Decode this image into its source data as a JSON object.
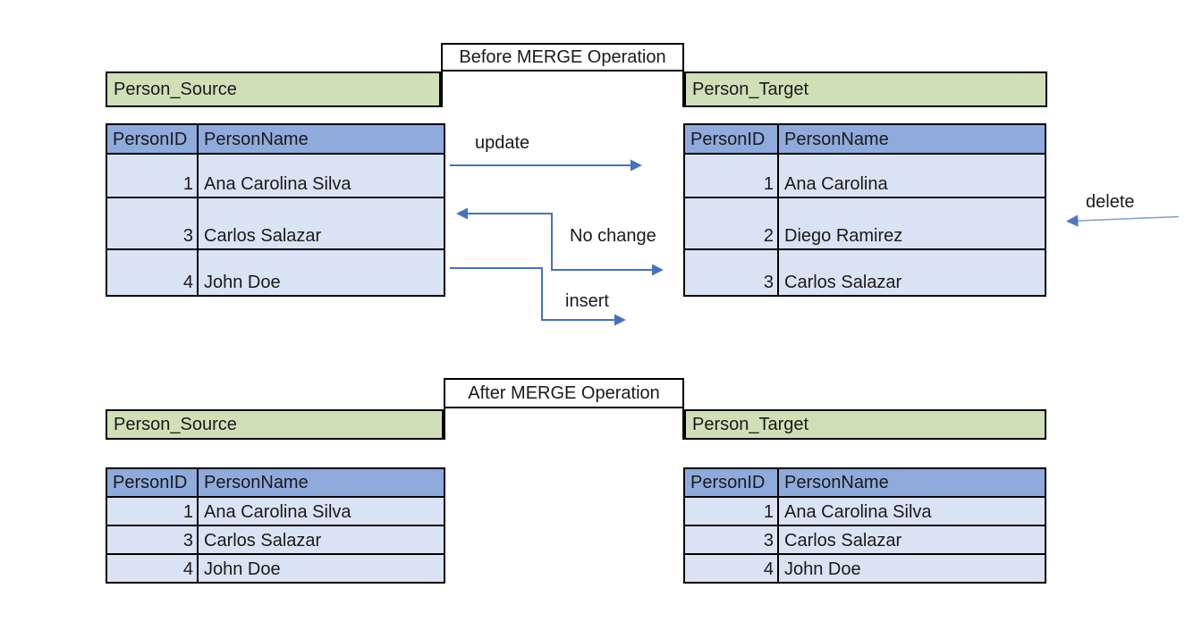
{
  "colors": {
    "banner-green": "#cfe0b7",
    "header-blue": "#8faadc",
    "row-blue": "#dae3f3",
    "arrow-blue": "#4472c4",
    "arrow-light": "#7f9cd9",
    "text": "#1a1a1a"
  },
  "before": {
    "title": "Before MERGE Operation",
    "source_banner": "Person_Source",
    "target_banner": "Person_Target",
    "source_table": {
      "headers": [
        "PersonID",
        "PersonName"
      ],
      "rows": [
        [
          "1",
          "Ana Carolina Silva"
        ],
        [
          "3",
          "Carlos Salazar"
        ],
        [
          "4",
          "John Doe"
        ]
      ]
    },
    "target_table": {
      "headers": [
        "PersonID",
        "PersonName"
      ],
      "rows": [
        [
          "1",
          "Ana Carolina"
        ],
        [
          "2",
          "Diego Ramirez"
        ],
        [
          "3",
          "Carlos Salazar"
        ]
      ]
    },
    "labels": {
      "update": "update",
      "no_change": "No change",
      "insert": "insert",
      "delete": "delete"
    }
  },
  "after": {
    "title": "After MERGE Operation",
    "source_banner": "Person_Source",
    "target_banner": "Person_Target",
    "source_table": {
      "headers": [
        "PersonID",
        "PersonName"
      ],
      "rows": [
        [
          "1",
          "Ana Carolina Silva"
        ],
        [
          "3",
          "Carlos Salazar"
        ],
        [
          "4",
          "John Doe"
        ]
      ]
    },
    "target_table": {
      "headers": [
        "PersonID",
        "PersonName"
      ],
      "rows": [
        [
          "1",
          "Ana Carolina Silva"
        ],
        [
          "3",
          "Carlos Salazar"
        ],
        [
          "4",
          "John Doe"
        ]
      ]
    }
  }
}
